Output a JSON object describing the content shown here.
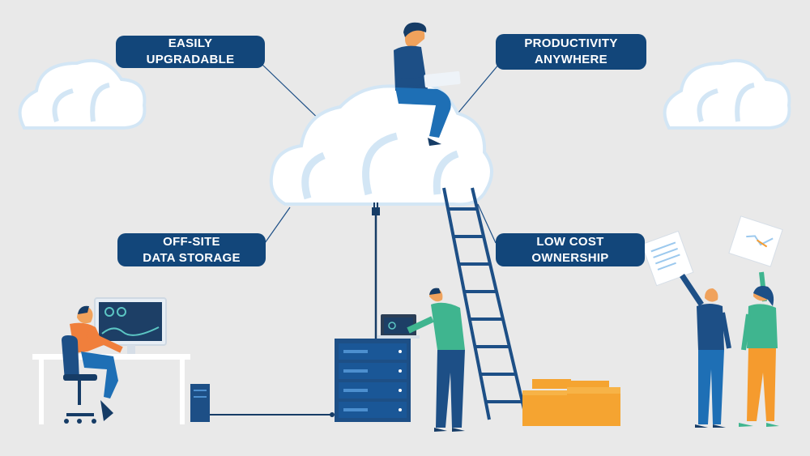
{
  "labels": {
    "easily_upgradable": "EASILY UPGRADABLE",
    "productivity": "PRODUCTIVITY\nANYWHERE",
    "offsite_storage": "OFF-SITE\nDATA STORAGE",
    "low_cost": "LOW COST\nOWNERSHIP"
  },
  "colors": {
    "background": "#e9e9e9",
    "label_bg": "#12467a",
    "navy": "#1d4f86",
    "teal": "#3fb58f",
    "orange": "#f59b2e",
    "folder": "#f5a431"
  }
}
